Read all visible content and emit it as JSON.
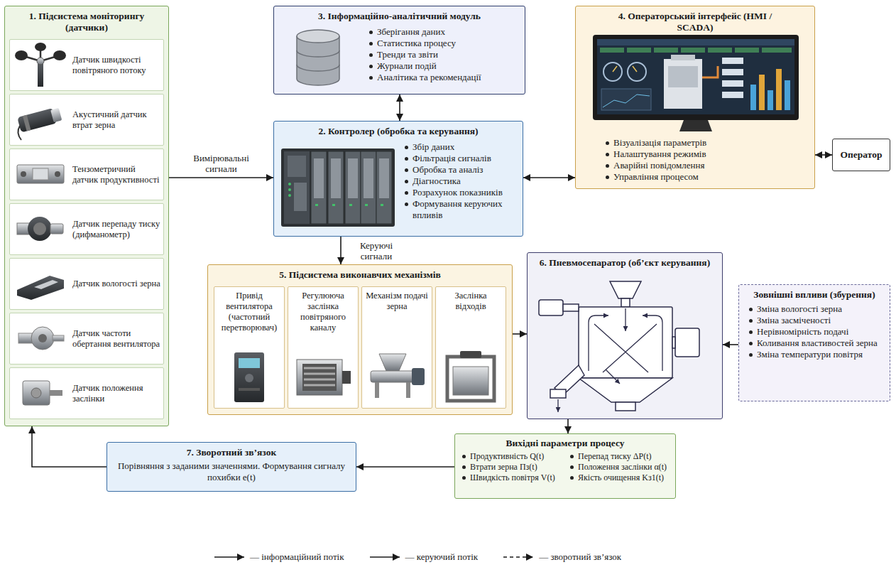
{
  "diagram": {
    "nodes": [
      {
        "text": [
          "1. Підсистема моніторингу (датчики)"
        ]
      },
      {
        "text": [
          "Датчик швидкості повітряного потоку"
        ],
        "in": 0
      },
      {
        "text": [
          "Акустичний датчик втрат зерна"
        ],
        "in": 0
      },
      {
        "text": [
          "Тензометричний датчик продуктивності"
        ],
        "in": 0
      },
      {
        "text": [
          "Датчик перепаду тиску (дифманометр)"
        ],
        "in": 0
      },
      {
        "text": [
          "Датчик вологості зерна"
        ],
        "in": 0
      },
      {
        "text": [
          "Датчик частоти обертання вентилятора"
        ],
        "in": 0
      },
      {
        "text": [
          "Датчик положення заслінки"
        ],
        "in": 0
      },
      {
        "text": [
          "3. Інформаційно-аналітичний модуль",
          "Зберігання даних",
          "Статистика процесу",
          "Тренди та звіти",
          "Журнали подій",
          "Аналітика та рекомендації"
        ]
      },
      {
        "text": [
          "2. Контролер (обробка та керування)",
          "Збір даних",
          "Фільтрація сигналів",
          "Обробка та аналіз",
          "Діагностика",
          "Розрахунок показників",
          "Формування керуючих впливів"
        ]
      },
      {
        "text": [
          "4. Операторський інтерфейс (HMI / SCADA)",
          "Візуалізація параметрів",
          "Налаштування режимів",
          "Аварійні повідомлення",
          "Управління процесом"
        ]
      },
      {
        "text": [
          "Оператор"
        ]
      },
      {
        "text": [
          "5. Підсистема виконавчих механізмів"
        ]
      },
      {
        "text": [
          "Привід вентилятора (частотний перетворювач)"
        ],
        "in": 12
      },
      {
        "text": [
          "Регулююча заслінка повітряного каналу"
        ],
        "in": 12
      },
      {
        "text": [
          "Механізм подачі зерна"
        ],
        "in": 12
      },
      {
        "text": [
          "Заслінка відходів"
        ],
        "in": 12
      },
      {
        "text": [
          "6. Пневмосепаратор (об’єкт керування)"
        ]
      },
      {
        "text": [
          "Зовнішні впливи (збурення)",
          "Зміна вологості зерна",
          "Зміна засміченості",
          "Нерівномірність подачі",
          "Коливання властивостей зерна",
          "Зміна температури повітря"
        ]
      },
      {
        "text": [
          "Вихідні параметри процесу",
          "Продуктивність Q(t)",
          "Втрати зерна Пз(t)",
          "Швидкість повітря V(t)",
          "Перепад тиску ΔP(t)",
          "Положення заслінки α(t)",
          "Якість очищення Kз1(t)"
        ]
      },
      {
        "text": [
          "7. Зворотний зв’язок",
          "Порівняння з заданими значеннями. Формування сигналу похибки e(t)"
        ]
      }
    ],
    "edges": [
      {
        "from": 0,
        "to": 9,
        "label": "Вимірювальні сигнали",
        "arrow": "to"
      },
      {
        "from": 8,
        "to": 9,
        "arrow": "both"
      },
      {
        "from": 9,
        "to": 10,
        "arrow": "both"
      },
      {
        "from": 10,
        "to": 11,
        "arrow": "both"
      },
      {
        "from": 9,
        "to": 12,
        "label": "Керуючі сигнали",
        "arrow": "to"
      },
      {
        "from": 12,
        "to": 17,
        "arrow": "to"
      },
      {
        "from": 18,
        "to": 17,
        "arrow": "to"
      },
      {
        "from": 17,
        "to": 19,
        "arrow": "to"
      },
      {
        "from": 19,
        "to": 20,
        "arrow": "to"
      },
      {
        "from": 20,
        "to": 0,
        "arrow": "to"
      }
    ],
    "legend": [
      {
        "text": "— інформаційний потік"
      },
      {
        "text": "— керуючий потік"
      },
      {
        "text": "— зворотний зв’язок"
      }
    ]
  }
}
